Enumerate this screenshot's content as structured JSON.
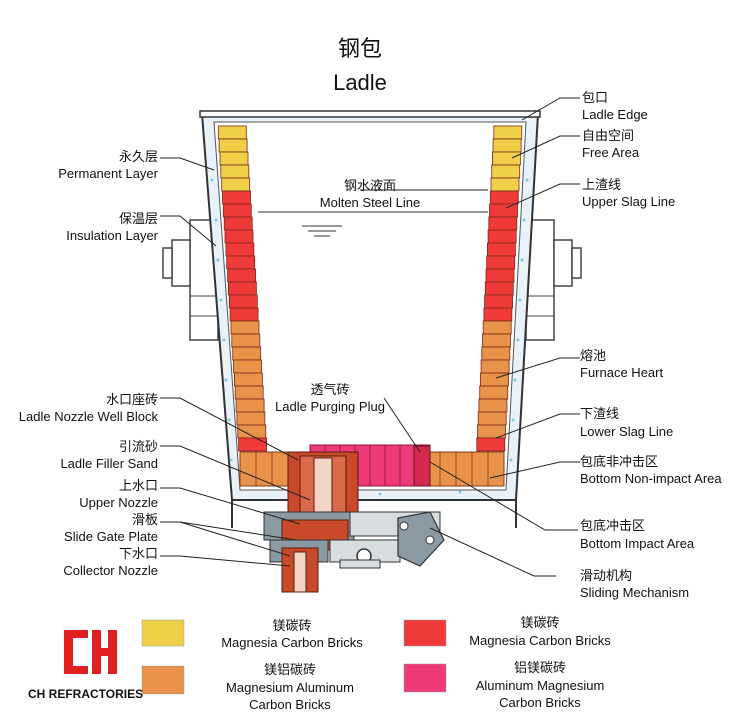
{
  "title": {
    "zh": "钢包",
    "en": "Ladle"
  },
  "labels": {
    "ladle_edge": {
      "zh": "包口",
      "en": "Ladle Edge"
    },
    "free_area": {
      "zh": "自由空间",
      "en": "Free Area"
    },
    "upper_slag_line": {
      "zh": "上渣线",
      "en": "Upper Slag Line"
    },
    "furnace_heart": {
      "zh": "熔池",
      "en": "Furnace Heart"
    },
    "lower_slag_line": {
      "zh": "下渣线",
      "en": "Lower Slag Line"
    },
    "bottom_non_impact": {
      "zh": "包底非冲击区",
      "en": "Bottom Non-impact Area"
    },
    "bottom_impact": {
      "zh": "包底冲击区",
      "en": "Bottom Impact Area"
    },
    "sliding_mechanism": {
      "zh": "滑动机构",
      "en": "Sliding Mechanism"
    },
    "permanent_layer": {
      "zh": "永久层",
      "en": "Permanent Layer"
    },
    "insulation_layer": {
      "zh": "保温层",
      "en": "Insulation Layer"
    },
    "molten_steel_line": {
      "zh": "钢水液面",
      "en": "Molten  Steel  Line"
    },
    "purging_plug": {
      "zh": "透气砖",
      "en": "Ladle Purging Plug"
    },
    "nozzle_well_block": {
      "zh": "水口座砖",
      "en": "Ladle Nozzle Well Block"
    },
    "filler_sand": {
      "zh": "引流砂",
      "en": "Ladle Filler Sand"
    },
    "upper_nozzle": {
      "zh": "上水口",
      "en": "Upper Nozzle"
    },
    "slide_gate_plate": {
      "zh": "滑板",
      "en": "Slide Gate Plate"
    },
    "collector_nozzle": {
      "zh": "下水口",
      "en": "Collector Nozzle"
    }
  },
  "legend": [
    {
      "zh": "镁碳砖",
      "en": [
        "Magnesia Carbon Bricks"
      ],
      "color": "#f0d048"
    },
    {
      "zh": "镁碳砖",
      "en": [
        "Magnesia Carbon Bricks"
      ],
      "color": "#f03a3a"
    },
    {
      "zh": "镁铝碳砖",
      "en": [
        "Magnesium Aluminum",
        "Carbon Bricks"
      ],
      "color": "#e8924a"
    },
    {
      "zh": "铝镁碳砖",
      "en": [
        "Aluminum Magnesium",
        "Carbon Bricks"
      ],
      "color": "#ee3a78"
    }
  ],
  "brand": {
    "name": "CH REFRACTORIES",
    "color": "#e02020"
  },
  "colors": {
    "yellow_brick": "#f0d048",
    "red_brick": "#f03a3a",
    "orange_brick": "#e8924a",
    "pink_brick": "#ee3a78",
    "nozzle": "#c84a2a",
    "steel": "#8a9aa4",
    "insulation": "#e8f2f8"
  }
}
